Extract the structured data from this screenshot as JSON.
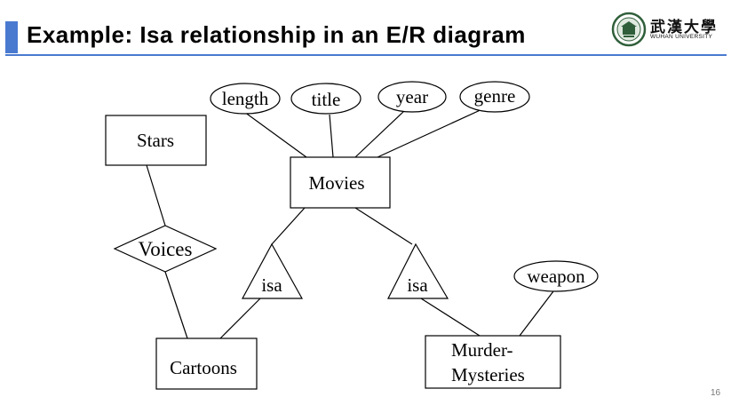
{
  "slide": {
    "title": "Example: Isa relationship in an E/R diagram",
    "page_number": "16",
    "accent_color": "#4a7ad0"
  },
  "logo": {
    "name": "武漢大學",
    "subtitle": "WUHAN UNIVERSITY",
    "seal_icon": "university-seal-icon"
  },
  "diagram": {
    "entities": {
      "stars": "Stars",
      "movies": "Movies",
      "cartoons": "Cartoons",
      "murder_line1": "Murder-",
      "murder_line2": "Mysteries"
    },
    "attributes": {
      "length": "length",
      "title": "title",
      "year": "year",
      "genre": "genre",
      "weapon": "weapon"
    },
    "relationships": {
      "voices": "Voices"
    },
    "isa": {
      "left": "isa",
      "right": "isa"
    }
  }
}
